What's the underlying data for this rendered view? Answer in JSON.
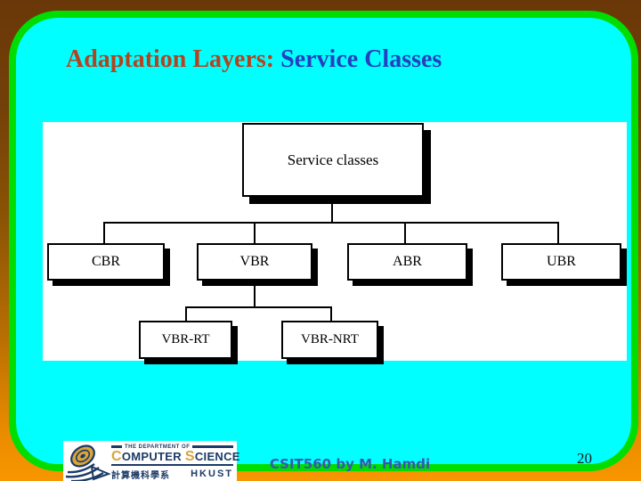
{
  "slide": {
    "title": {
      "part1": "Adaptation Layers:",
      "part2": " Service Classes"
    }
  },
  "diagram": {
    "type": "tree",
    "root": "Service classes",
    "level2": [
      "CBR",
      "VBR",
      "ABR",
      "UBR"
    ],
    "level3_parent": "VBR",
    "level3": [
      "VBR-RT",
      "VBR-NRT"
    ]
  },
  "footer": {
    "credit": "CSIT560 by M. Hamdi",
    "page_number": "20",
    "logo": {
      "department": "THE DEPARTMENT OF",
      "name_c": "C",
      "name_rest": "OMPUTER ",
      "name_s": "S",
      "name_rest2": "CIENCE",
      "chinese": "計算機科學系",
      "university": "HKUST"
    }
  },
  "colors": {
    "background_top": "#6a3708",
    "background_bottom": "#f89600",
    "slide_border_green": "#00dd00",
    "slide_background_cyan": "#00ffff",
    "title_primary": "#b5431f",
    "title_secondary": "#2540c0",
    "credit_blue": "#3a57b0",
    "logo_navy": "#1c3a66",
    "logo_gold": "#d9a43b"
  }
}
